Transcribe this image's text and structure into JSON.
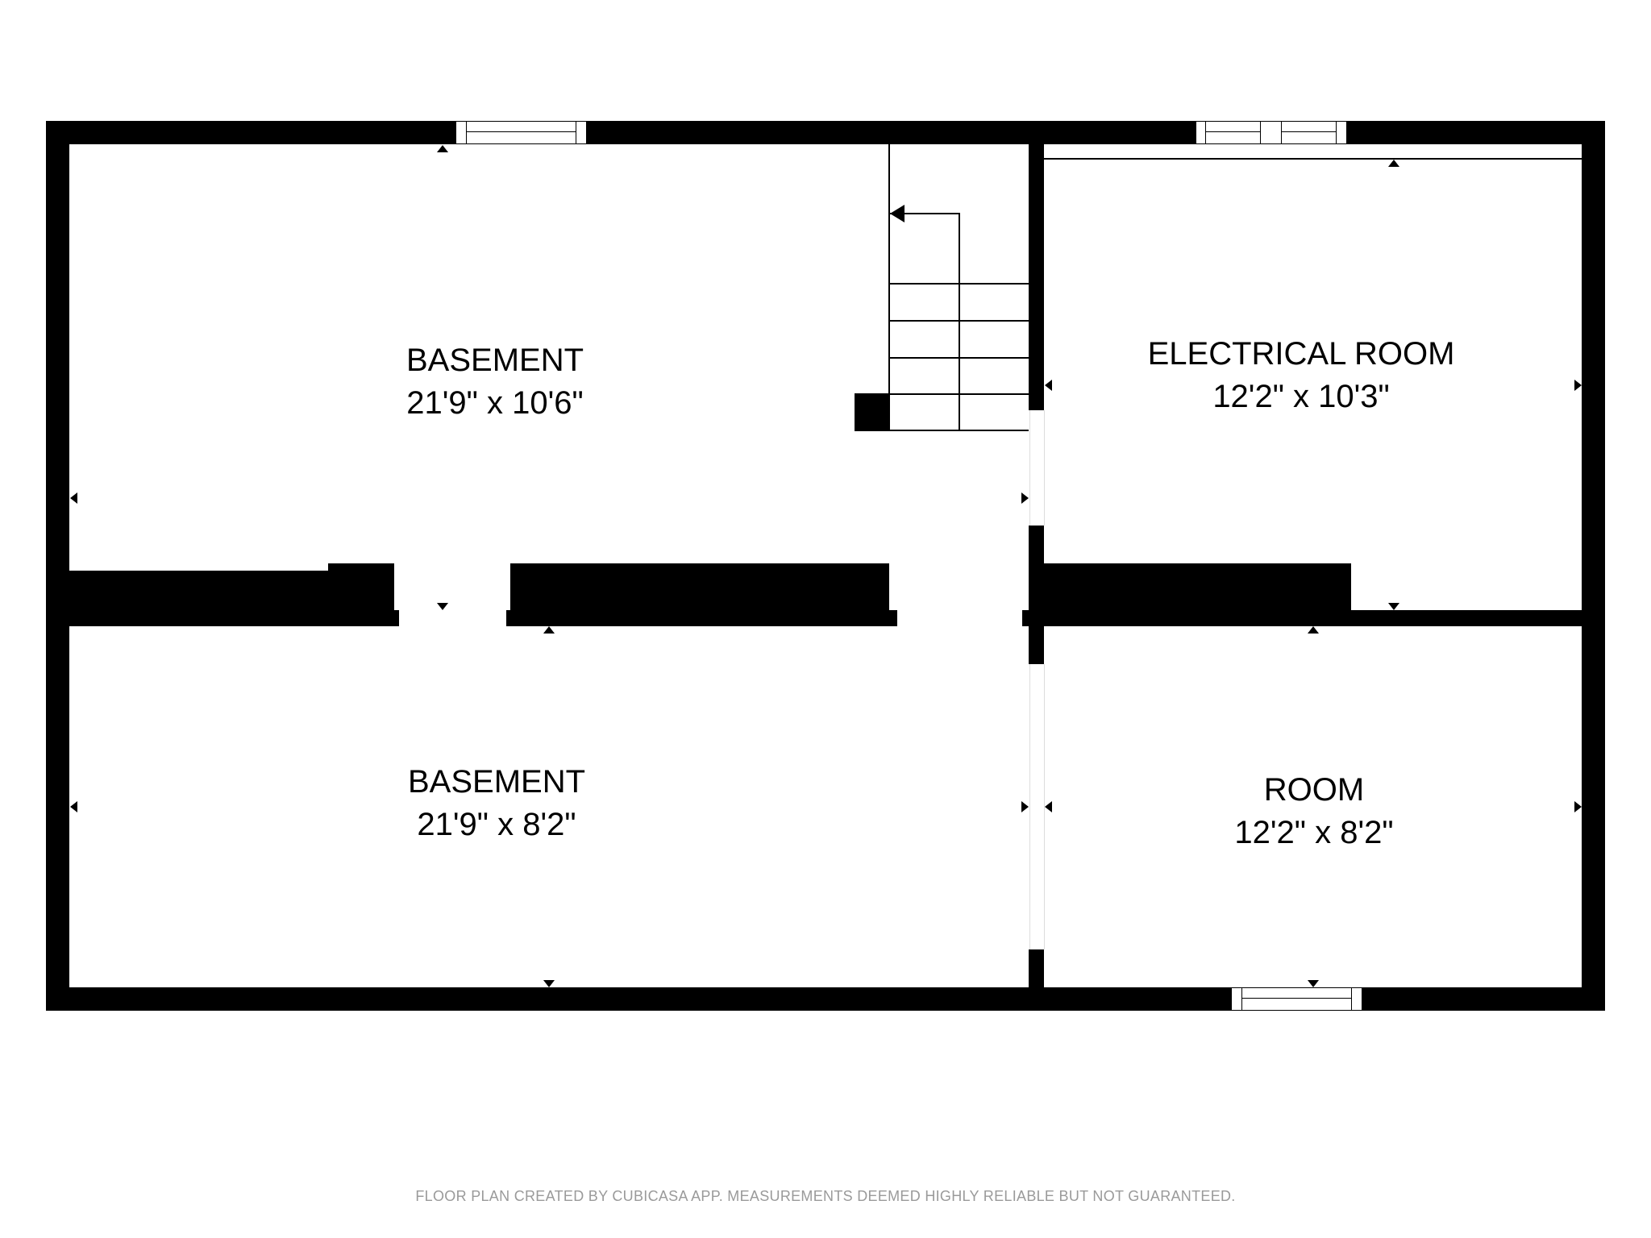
{
  "floor_plan": {
    "rooms": [
      {
        "name": "BASEMENT",
        "dimensions": "21'9\" x 10'6\""
      },
      {
        "name": "ELECTRICAL ROOM",
        "dimensions": "12'2\" x 10'3\""
      },
      {
        "name": "BASEMENT",
        "dimensions": "21'9\" x 8'2\""
      },
      {
        "name": "ROOM",
        "dimensions": "12'2\" x 8'2\""
      }
    ],
    "footer": "FLOOR PLAN CREATED BY CUBICASA APP. MEASUREMENTS DEEMED HIGHLY RELIABLE BUT NOT GUARANTEED.",
    "colors": {
      "wall": "#000000",
      "background": "#ffffff",
      "footer_text": "#9a9a9a"
    }
  }
}
